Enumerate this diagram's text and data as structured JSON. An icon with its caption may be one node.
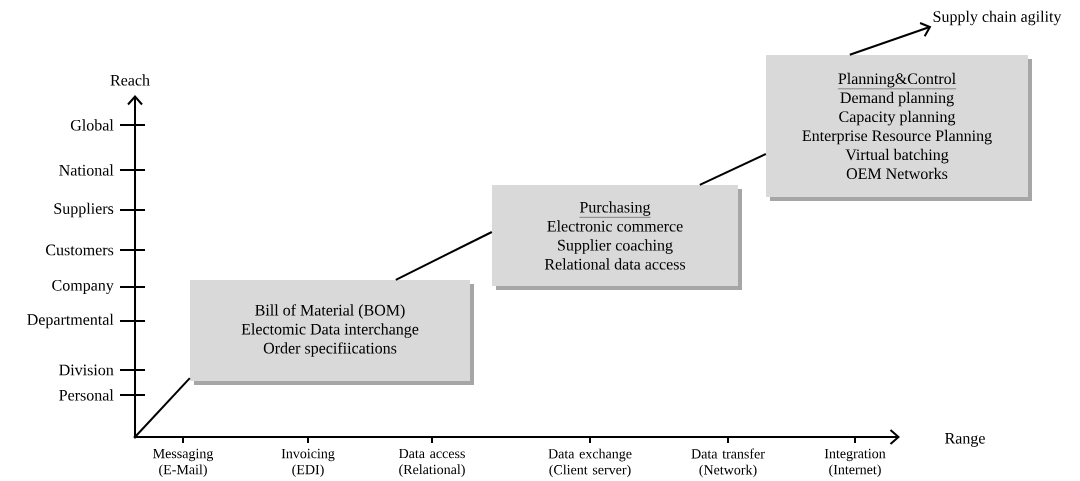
{
  "diagram": {
    "nodes": [
      {
        "text": [
          "Bill of Material (BOM)",
          "Electomic Data interchange",
          "Order specifiications"
        ]
      },
      {
        "text": [
          "Purchasing",
          "Electronic commerce",
          "Supplier coaching",
          "Relational data access"
        ]
      },
      {
        "text": [
          "Planning&Control",
          "Demand planning",
          "Capacity planning",
          "Enterprise Resource Planning",
          "Virtual batching",
          "OEM Networks"
        ]
      },
      {
        "text": [
          "Supply chain agility"
        ]
      },
      {
        "text": [],
        "shape": "circle"
      }
    ],
    "edges": [
      {
        "from": 4,
        "to": 0,
        "arrow": "none"
      },
      {
        "from": 0,
        "to": 1,
        "arrow": "none"
      },
      {
        "from": 1,
        "to": 2,
        "arrow": "none"
      },
      {
        "from": 2,
        "to": 3,
        "arrow": "to"
      }
    ],
    "labels": [
      "Reach",
      "Global",
      "National",
      "Suppliers",
      "Customers",
      "Company",
      "Departmental",
      "Division",
      "Personal",
      "Range",
      "Messaging (E-Mail)",
      "Invoicing (EDI)",
      "Data access (Relational)",
      "Data exchange (Client server)",
      "Data transfer (Network)",
      "Integration (Internet)"
    ]
  }
}
